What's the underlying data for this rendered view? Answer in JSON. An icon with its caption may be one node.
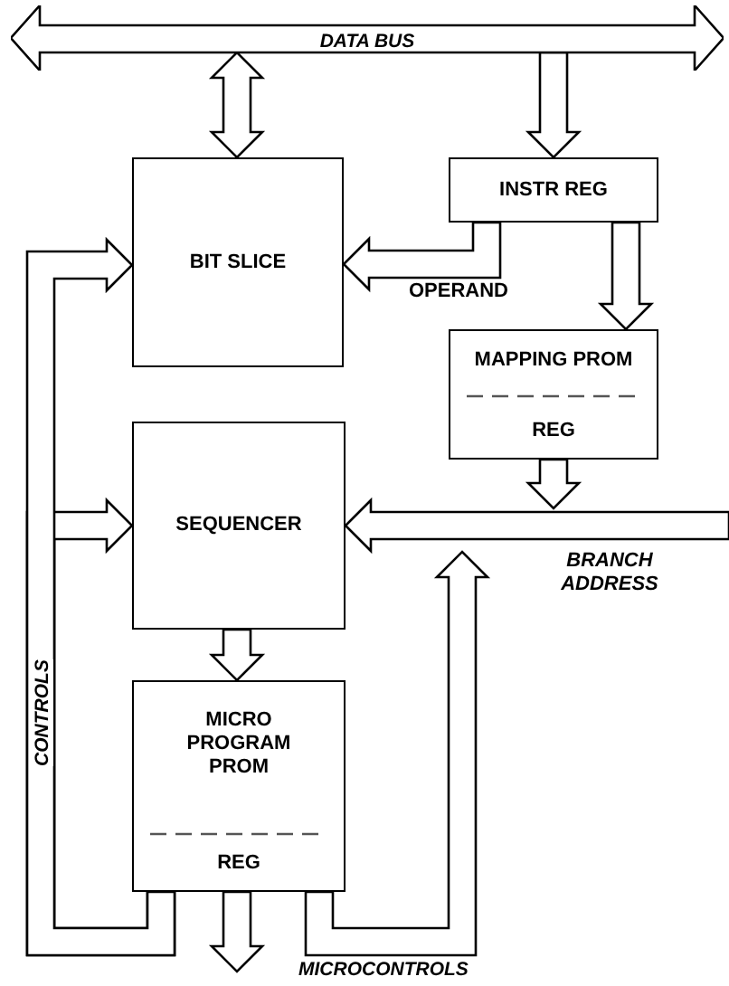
{
  "diagram": {
    "nodes": [
      {
        "text": [
          "DATA BUS"
        ]
      },
      {
        "text": [
          "BIT SLICE"
        ]
      },
      {
        "text": [
          "INSTR REG"
        ]
      },
      {
        "text": [
          "MAPPING PROM",
          "REG"
        ]
      },
      {
        "text": [
          "SEQUENCER"
        ]
      },
      {
        "text": [
          "MICRO PROGRAM PROM",
          "REG"
        ]
      }
    ],
    "edges": [
      {
        "from": 0,
        "to": 1,
        "arrow": "both"
      },
      {
        "from": 0,
        "to": 2,
        "arrow": "to"
      },
      {
        "from": 2,
        "to": 1,
        "arrow": "to",
        "label": "OPERAND"
      },
      {
        "from": 2,
        "to": 3,
        "arrow": "to"
      },
      {
        "from": 3,
        "to": null,
        "arrow": "to"
      },
      {
        "from": null,
        "to": 4,
        "arrow": "to",
        "label": "BRANCH ADDRESS"
      },
      {
        "from": 4,
        "to": 5,
        "arrow": "to"
      },
      {
        "from": 5,
        "to": 1,
        "arrow": "to"
      },
      {
        "from": 5,
        "to": 4,
        "arrow": "to"
      },
      {
        "from": 5,
        "to": null,
        "arrow": "to"
      },
      {
        "from": 5,
        "to": null,
        "arrow": "to"
      }
    ],
    "labels": [
      "CONTROLS",
      "MICROCONTROLS"
    ]
  }
}
